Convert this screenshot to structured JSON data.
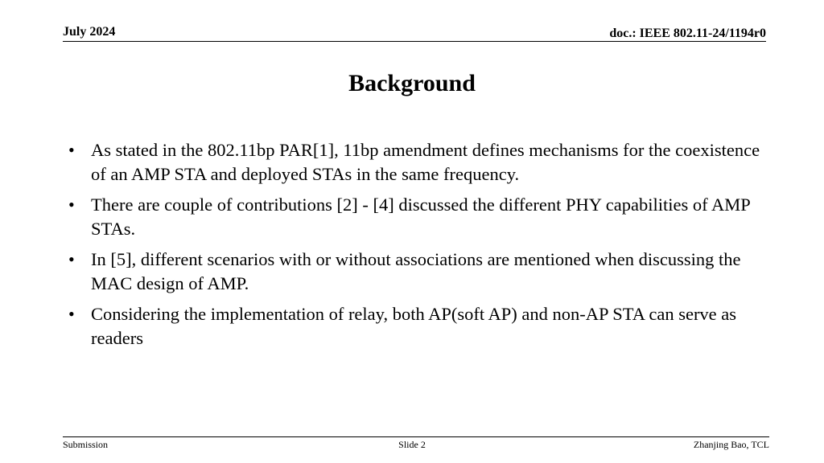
{
  "header": {
    "date": "July 2024",
    "doc_id": "doc.: IEEE 802.11-24/1194r0"
  },
  "slide": {
    "title": "Background",
    "bullets": [
      "As stated in the 802.11bp PAR[1], 11bp amendment defines mechanisms for the coexistence of an AMP STA and deployed STAs in the same frequency.",
      "There are couple of contributions [2] - [4] discussed the different PHY capabilities of AMP STAs.",
      "In [5], different scenarios with or without associations are mentioned when discussing the MAC design of AMP.",
      "Considering the implementation of relay, both AP(soft AP) and non-AP STA can serve as readers"
    ]
  },
  "footer": {
    "left": "Submission",
    "center": "Slide 2",
    "right": "Zhanjing Bao, TCL"
  }
}
